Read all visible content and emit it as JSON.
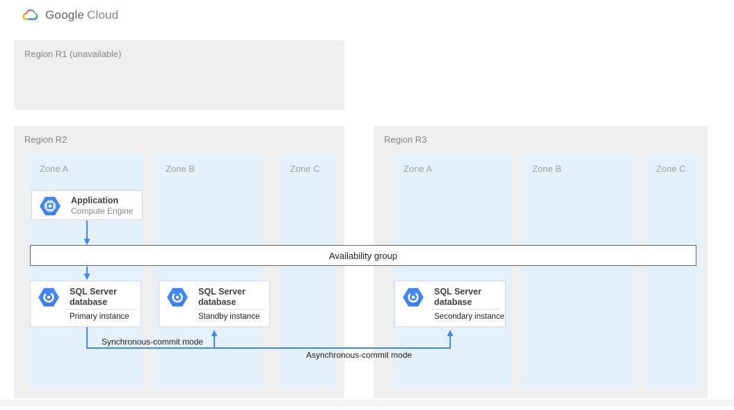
{
  "header": {
    "logo_google": "Google",
    "logo_cloud": "Cloud"
  },
  "regions": [
    {
      "label": "Region R1 (unavailable)",
      "zones": []
    },
    {
      "label": "Region R2",
      "zones": [
        {
          "label": "Zone A"
        },
        {
          "label": "Zone B"
        },
        {
          "label": "Zone C"
        }
      ]
    },
    {
      "label": "Region R3",
      "zones": [
        {
          "label": "Zone A"
        },
        {
          "label": "Zone B"
        },
        {
          "label": "Zone C"
        }
      ]
    }
  ],
  "nodes": {
    "application": {
      "title": "Application",
      "subtitle": "Compute Engine",
      "icon": "compute-engine-icon"
    },
    "availability_group": {
      "label": "Availability group"
    },
    "sql_primary": {
      "title": "SQL Server database",
      "instance": "Primary instance",
      "icon": "sql-server-icon"
    },
    "sql_standby": {
      "title": "SQL Server database",
      "instance": "Standby instance",
      "icon": "sql-server-icon"
    },
    "sql_secondary": {
      "title": "SQL Server database",
      "instance": "Secondary instance",
      "icon": "sql-server-icon"
    }
  },
  "edges": {
    "sync_label": "Synchronous-commit mode",
    "async_label": "Asynchronous-commit mode"
  },
  "colors": {
    "accent_blue": "#4285f4",
    "region_bg": "#efefef",
    "zone_bg": "#e4f1fb",
    "availability_border": "#5f6368",
    "logo_red": "#ea4335",
    "logo_yellow": "#fbbc04",
    "logo_green": "#34a853"
  }
}
